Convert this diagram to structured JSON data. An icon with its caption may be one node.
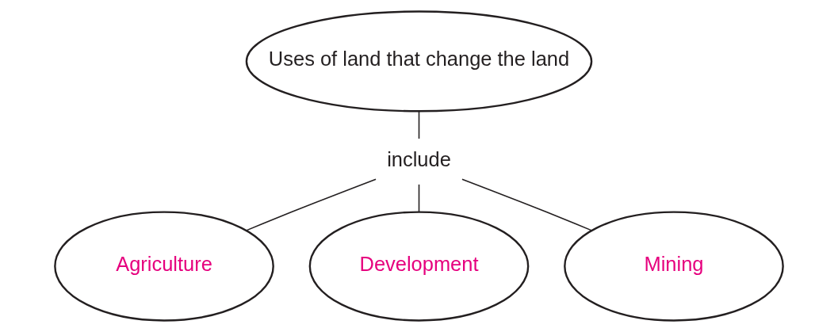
{
  "diagram": {
    "nodes": [
      {
        "text": [
          "Uses of land that change the land"
        ]
      },
      {
        "text": [
          "include"
        ]
      },
      {
        "text": [
          "Agriculture"
        ]
      },
      {
        "text": [
          "Development"
        ]
      },
      {
        "text": [
          "Mining"
        ]
      }
    ],
    "edges": [
      {
        "from": 0,
        "to": 1,
        "arrow": "none"
      },
      {
        "from": 1,
        "to": 2,
        "arrow": "none"
      },
      {
        "from": 1,
        "to": 3,
        "arrow": "none"
      },
      {
        "from": 1,
        "to": 4,
        "arrow": "none"
      }
    ]
  }
}
